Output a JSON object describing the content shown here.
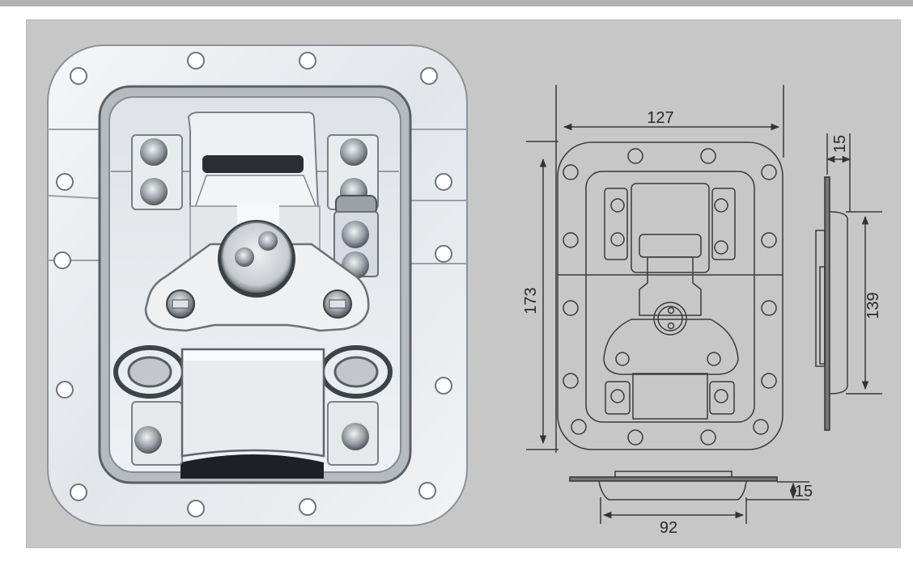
{
  "frame": {
    "top_bar_color": "#b3b3b3",
    "panel_color": "#c7c7c7",
    "background_color": "#ffffff"
  },
  "photo": {
    "subject": "recessed butterfly latch, chrome-plated steel dish",
    "mounting_holes": 14,
    "finish_color": "#e8ecf0"
  },
  "drawing": {
    "front_view": {
      "width_label": "127",
      "height_label": "173"
    },
    "side_view": {
      "depth_label": "15",
      "recess_height_label": "139"
    },
    "bottom_view": {
      "depth_label": "15",
      "recess_width_label": "92"
    },
    "line_color": "#333333"
  }
}
